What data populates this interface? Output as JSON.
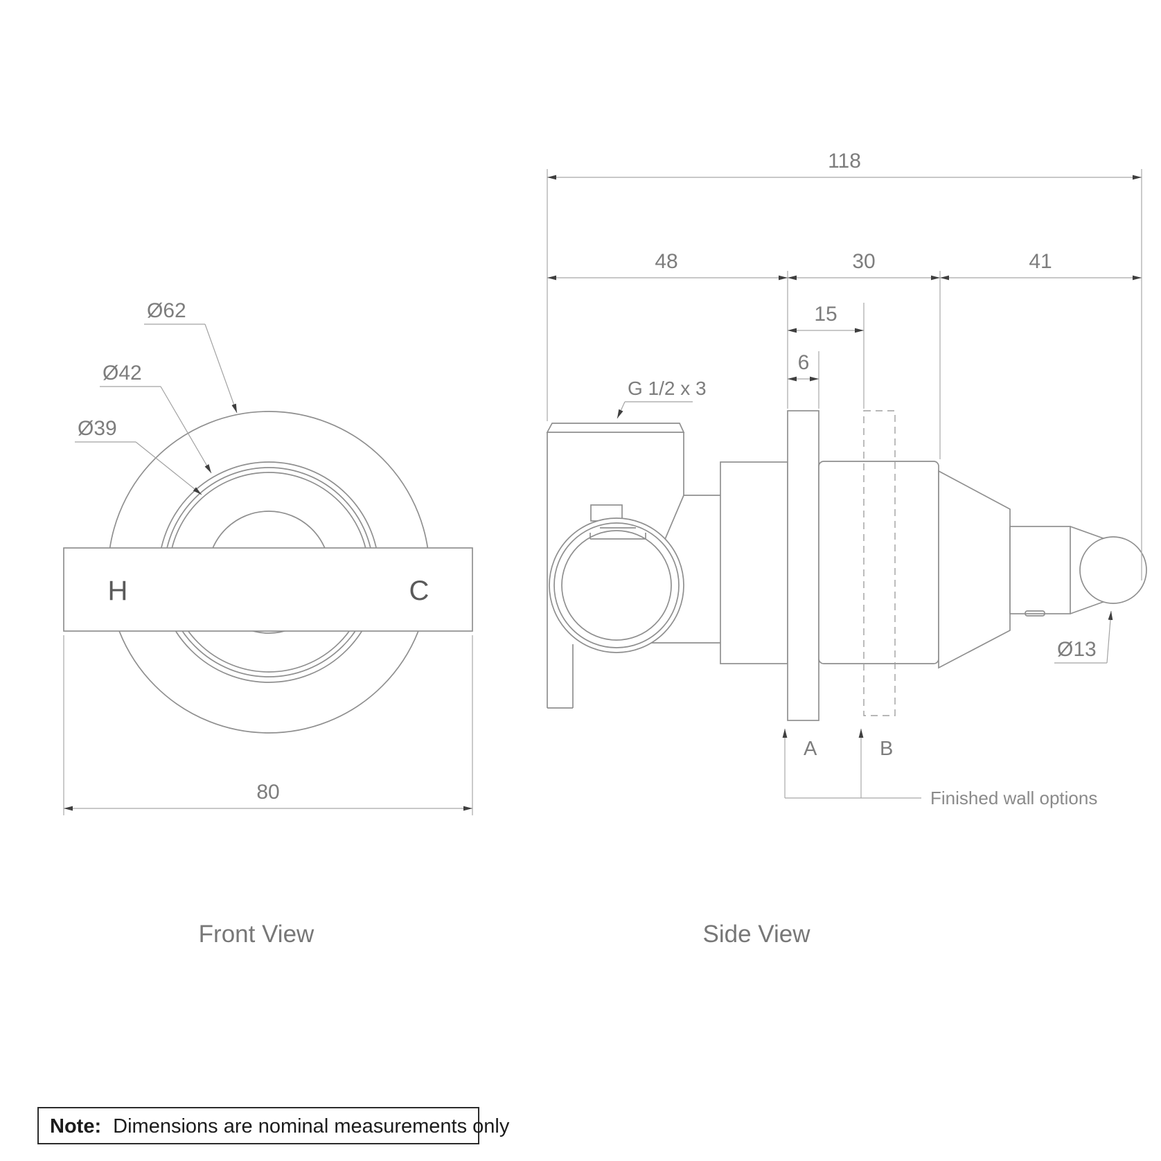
{
  "front_view": {
    "label": "Front View",
    "dia_labels": [
      "Ø62",
      "Ø42",
      "Ø39"
    ],
    "hot": "H",
    "cold": "C",
    "width_dim": "80"
  },
  "side_view": {
    "label": "Side View",
    "overall_dim": "118",
    "seg_dims": [
      "48",
      "30",
      "41"
    ],
    "offset_dim": "15",
    "plate_dim": "6",
    "thread_label": "G 1/2 x 3",
    "outlet_dia": "Ø13",
    "wall_option_a": "A",
    "wall_option_b": "B",
    "wall_options_label": "Finished wall options"
  },
  "note": {
    "bold": "Note:",
    "body": "Dimensions are nominal measurements only"
  },
  "colors": {
    "background": "#ffffff",
    "object_line": "#8f8f8f",
    "dimension_line": "#a8a8a8",
    "arrowhead": "#3f3f3f",
    "dimension_text": "#7d7d7d",
    "note_text": "#1c1c1c"
  }
}
